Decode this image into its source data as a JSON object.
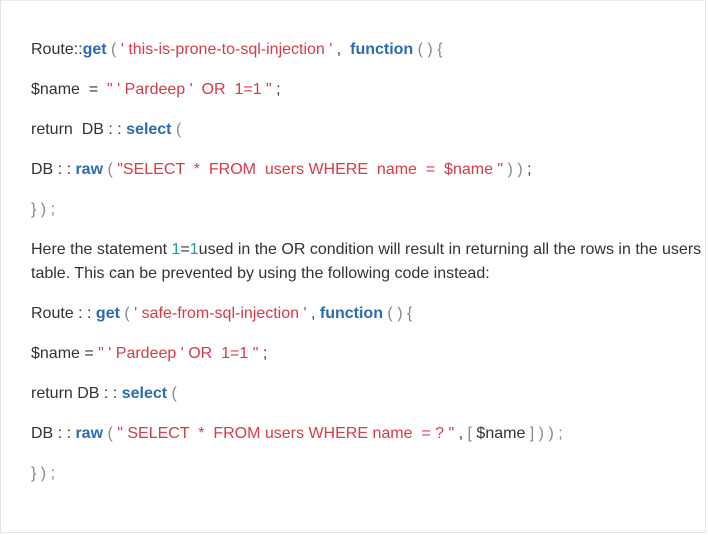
{
  "code_block_1": {
    "line1": {
      "a": "Route::",
      "b": "get",
      "c": " ( ",
      "d": "' this-is-prone-to-sql-injection '",
      "e": " ,  ",
      "f": "function",
      "g": " ( ) {"
    },
    "line2": {
      "a": "$name  =  ",
      "b": "\" ' Pardeep '  OR  1=1 \"",
      "c": " ;"
    },
    "line3": {
      "a": "return  DB : : ",
      "b": "select",
      "c": " ("
    },
    "line4": {
      "a": "DB : : ",
      "b": "raw",
      "c": " ( ",
      "d": "\"SELECT  *  FROM  users WHERE  name  =  $name \"",
      "e": " ) ) ",
      "f": ";"
    },
    "line5": {
      "a": "} ) ;"
    }
  },
  "paragraph": {
    "a": "Here the statement ",
    "b": "1",
    "c": "=",
    "d": "1",
    "e": "used in the OR condition will result in returning all the rows in the users table. This can be prevented by using the following code instead:"
  },
  "code_block_2": {
    "line1": {
      "a": "Route : : ",
      "b": "get",
      "c": " ( ",
      "d": "' safe-from-sql-injection '",
      "e": " , ",
      "f": "function",
      "g": " ( ) {"
    },
    "line2": {
      "a": "$name = ",
      "b": "\" ' Pardeep ' OR  1=1 \"",
      "c": " ;"
    },
    "line3": {
      "a": "return DB : : ",
      "b": "select",
      "c": " ("
    },
    "line4": {
      "a": "DB : : ",
      "b": "raw",
      "c": " ( ",
      "d": "\" SELECT  *  FROM users WHERE name  = ? \"",
      "e": " , ",
      "f": "[ ",
      "g": "$name",
      "h": " ] ) ) ;"
    },
    "line5": {
      "a": "} ) ;"
    }
  }
}
